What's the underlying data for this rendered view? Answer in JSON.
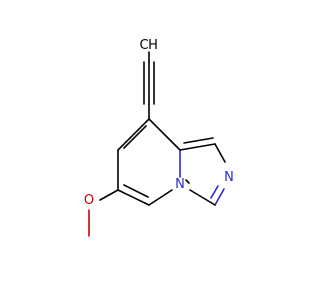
{
  "molecule": {
    "atoms": {
      "terminal_c": {
        "text": "C",
        "color": "#000000"
      },
      "terminal_h": {
        "text": "H",
        "color": "#000000"
      },
      "n_ring": {
        "text": "N",
        "color": "#2a2acc"
      },
      "n_bridge": {
        "text": "N",
        "color": "#2a2acc"
      },
      "oxygen": {
        "text": "O",
        "color": "#cc0000"
      }
    },
    "colors": {
      "carbon": "#000000",
      "nitrogen": "#2a2acc",
      "oxygen": "#cc0000"
    }
  }
}
